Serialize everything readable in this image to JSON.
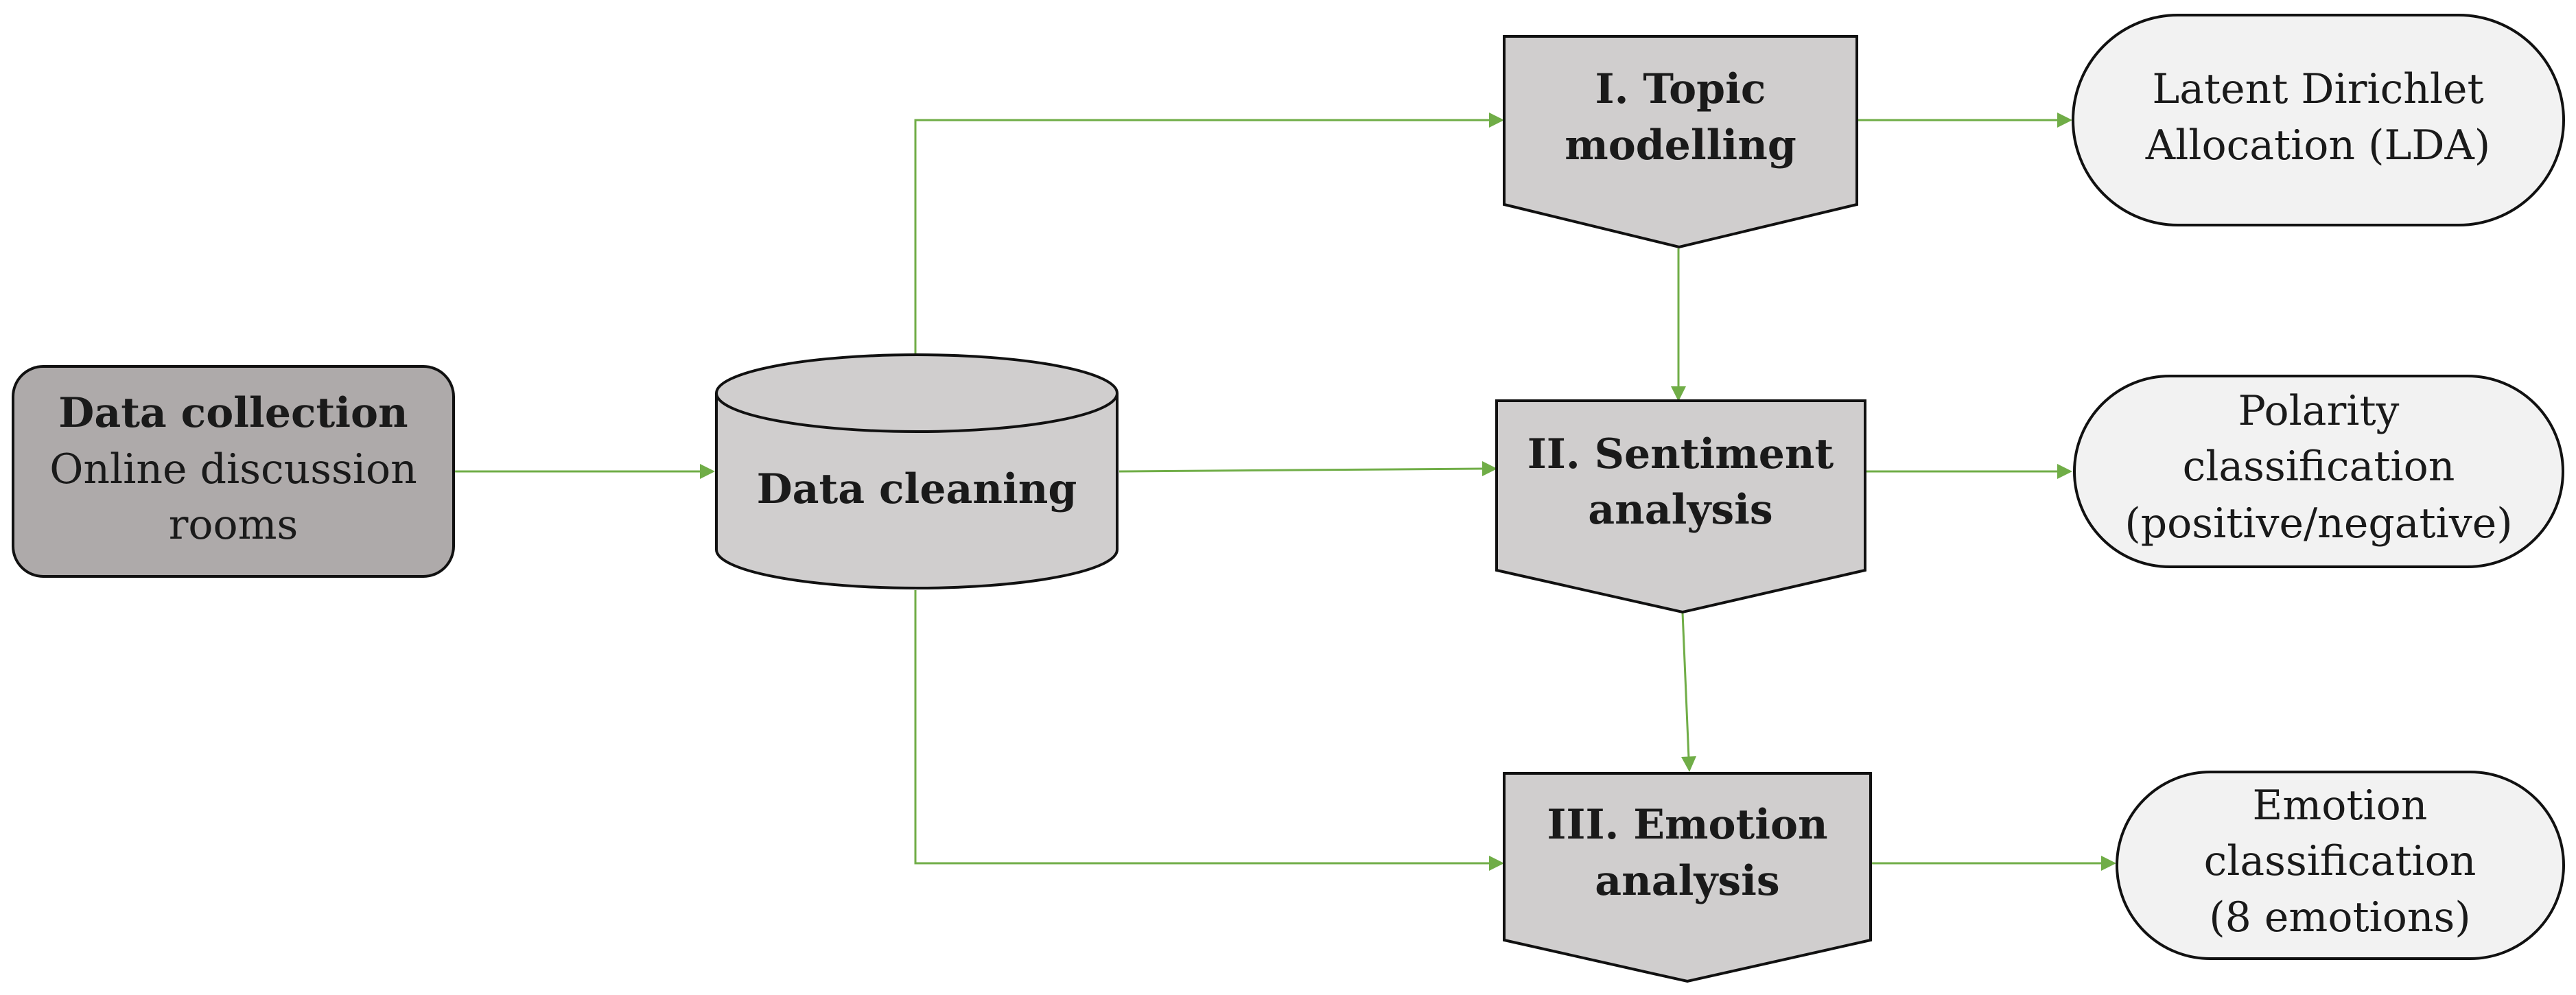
{
  "nodes": {
    "collection": {
      "title": "Data collection",
      "line1": "Online discussion",
      "line2": "rooms"
    },
    "cleaning": {
      "label": "Data cleaning"
    },
    "topic": {
      "line1": "I. Topic",
      "line2": "modelling"
    },
    "sentiment": {
      "line1": "II. Sentiment",
      "line2": "analysis"
    },
    "emotion": {
      "line1": "III. Emotion",
      "line2": "analysis"
    },
    "lda": {
      "line1": "Latent Dirichlet",
      "line2": "Allocation (LDA)"
    },
    "polarity": {
      "line1": "Polarity",
      "line2": "classification",
      "line3": "(positive/negative)"
    },
    "emotion_class": {
      "line1": "Emotion",
      "line2": "classification",
      "line3": "(8 emotions)"
    }
  },
  "colors": {
    "connector": "#70ad47",
    "collection_fill": "#aeaaaa",
    "process_fill": "#d0cece",
    "output_fill": "#f2f2f2",
    "outline": "#111111"
  }
}
